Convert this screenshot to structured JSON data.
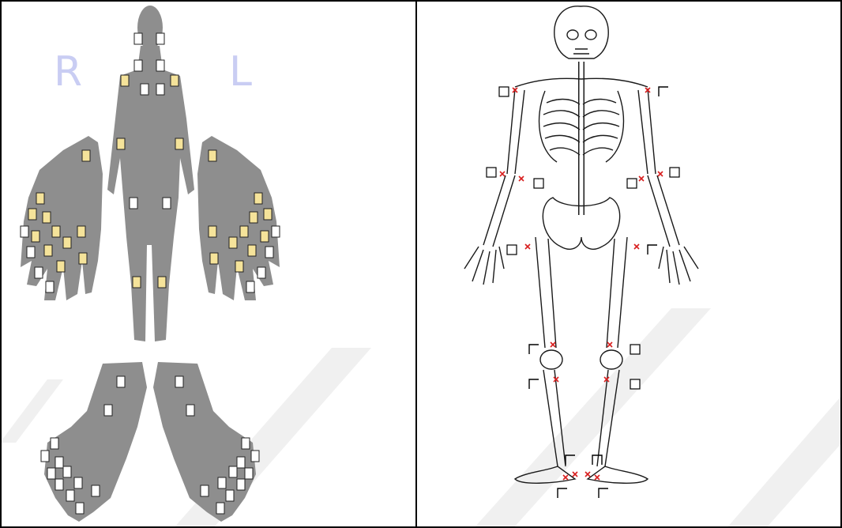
{
  "labels": {
    "right_side": "R",
    "left_side": "L"
  },
  "colors": {
    "body_fill": "#8e8e8e",
    "joint_tender": "#f5e39a",
    "joint_plain": "#ffffff",
    "joint_stroke": "#222222",
    "side_letter": "#c9cdf3",
    "bone_stroke": "#1a1a1a",
    "bone_fill": "#ffffff",
    "marker": "#d81e1e",
    "watermark": "#f0f0f0",
    "border": "#000000"
  },
  "icons": {
    "joint_box": "square-outline",
    "joint_marker": "x-mark",
    "joint_bracket": "corner-bracket"
  }
}
